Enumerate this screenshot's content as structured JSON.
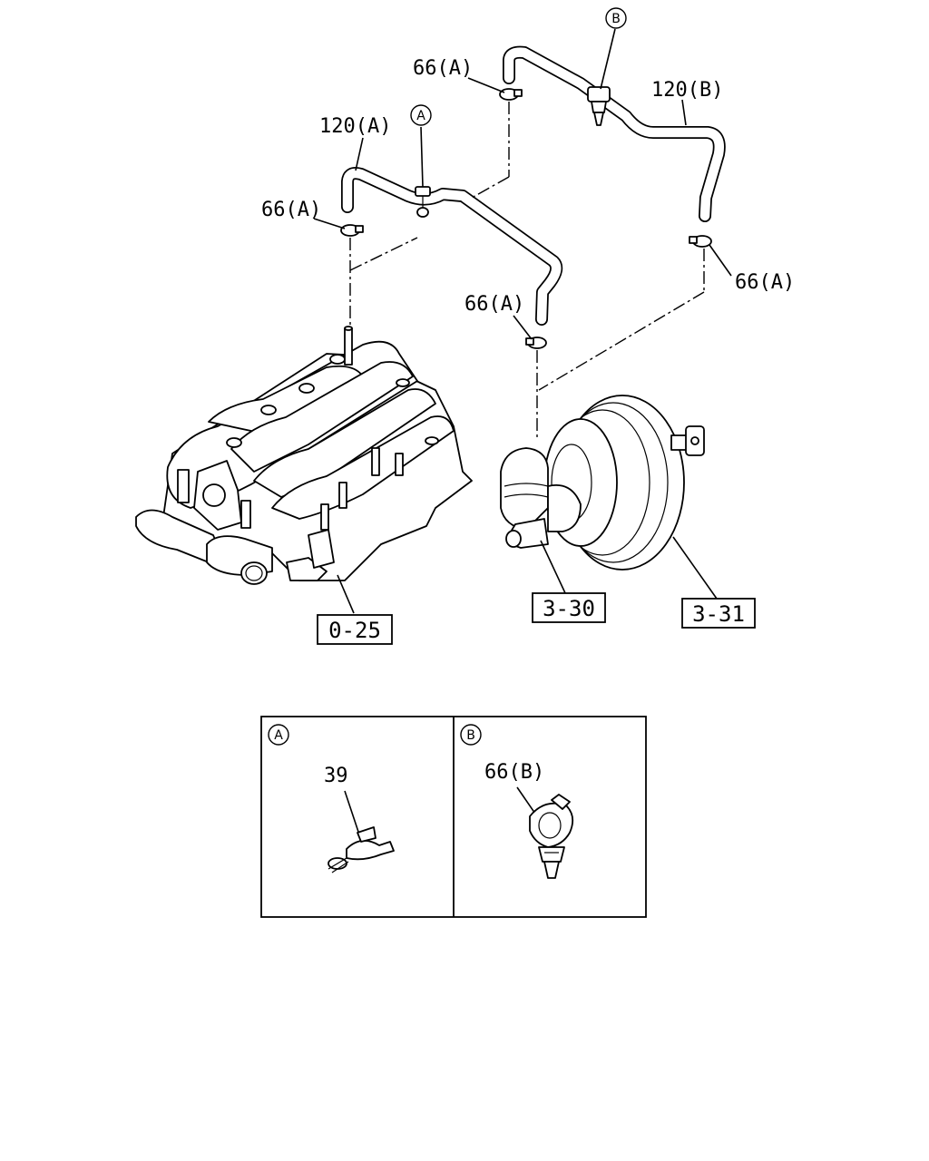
{
  "labels": {
    "hose_120a": "120(A)",
    "hose_120b": "120(B)",
    "clamp_66a_1": "66(A)",
    "clamp_66a_2": "66(A)",
    "clamp_66a_3": "66(A)",
    "clamp_66a_4": "66(A)",
    "callout_a": "A",
    "callout_b": "B",
    "ref_manifold": "0-25",
    "ref_330": "3-30",
    "ref_331": "3-31"
  },
  "detail": {
    "panel_a": {
      "marker": "A",
      "part": "39"
    },
    "panel_b": {
      "marker": "B",
      "part": "66(B)"
    }
  }
}
